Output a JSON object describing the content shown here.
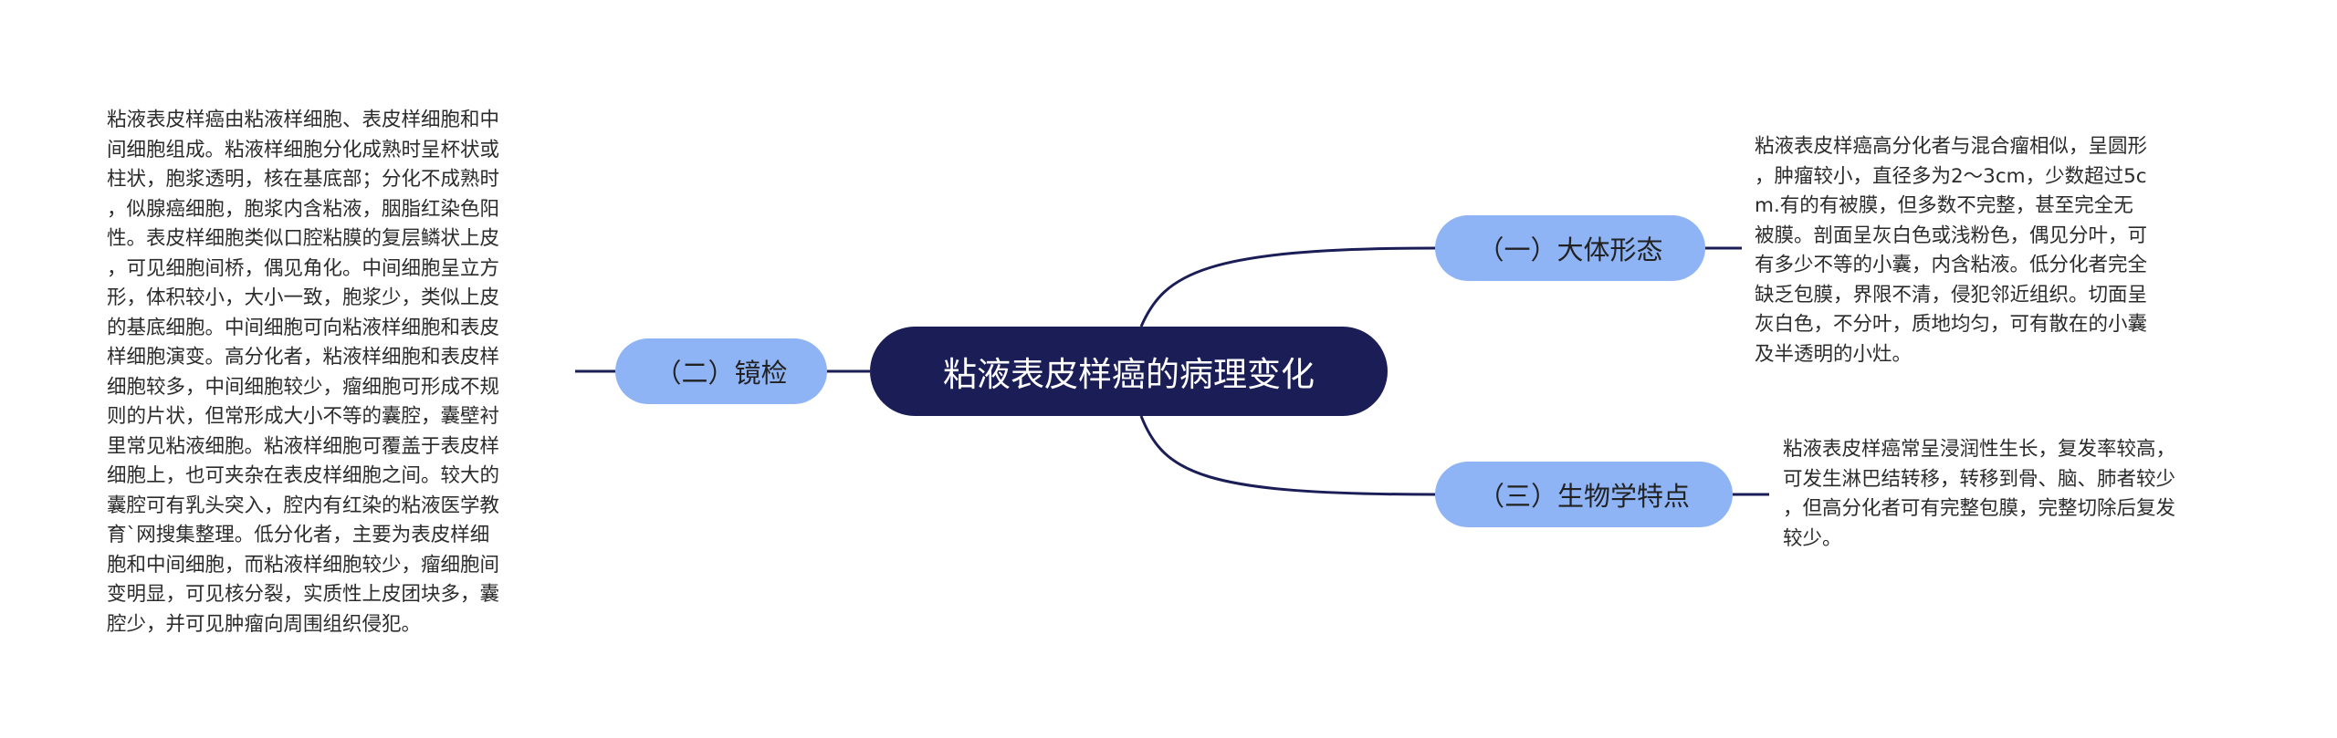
{
  "central": {
    "title": "粘液表皮样癌的病理变化"
  },
  "branches": {
    "morphology": {
      "label": "（一）大体形态",
      "text_lines": [
        "粘液表皮样癌高分化者与混合瘤相似，呈圆形",
        "，肿瘤较小，直径多为2～3cm，少数超过5c",
        "m.有的有被膜，但多数不完整，甚至完全无",
        "被膜。剖面呈灰白色或浅粉色，偶见分叶，可",
        "有多少不等的小囊，内含粘液。低分化者完全",
        "缺乏包膜，界限不清，侵犯邻近组织。切面呈",
        "灰白色，不分叶，质地均匀，可有散在的小囊",
        "及半透明的小灶。"
      ]
    },
    "microscopy": {
      "label": "（二）镜检",
      "text_lines": [
        "粘液表皮样癌由粘液样细胞、表皮样细胞和中",
        "间细胞组成。粘液样细胞分化成熟时呈杯状或",
        "柱状，胞浆透明，核在基底部；分化不成熟时",
        "，似腺癌细胞，胞浆内含粘液，胭脂红染色阳",
        "性。表皮样细胞类似口腔粘膜的复层鳞状上皮",
        "，可见细胞间桥，偶见角化。中间细胞呈立方",
        "形，体积较小，大小一致，胞浆少，类似上皮",
        "的基底细胞。中间细胞可向粘液样细胞和表皮",
        "样细胞演变。高分化者，粘液样细胞和表皮样",
        "细胞较多，中间细胞较少，瘤细胞可形成不规",
        "则的片状，但常形成大小不等的囊腔，囊壁衬",
        "里常见粘液细胞。粘液样细胞可覆盖于表皮样",
        "细胞上，也可夹杂在表皮样细胞之间。较大的",
        "囊腔可有乳头突入，腔内有红染的粘液医学教",
        "育`网搜集整理。低分化者，主要为表皮样细",
        "胞和中间细胞，而粘液样细胞较少，瘤细胞间",
        "变明显，可见核分裂，实质性上皮团块多，囊",
        "腔少，并可见肿瘤向周围组织侵犯。"
      ]
    },
    "biology": {
      "label": "（三）生物学特点",
      "text_lines": [
        "粘液表皮样癌常呈浸润性生长，复发率较高，",
        "可发生淋巴结转移，转移到骨、脑、肺者较少",
        "，但高分化者可有完整包膜，完整切除后复发",
        "较少。"
      ]
    }
  }
}
